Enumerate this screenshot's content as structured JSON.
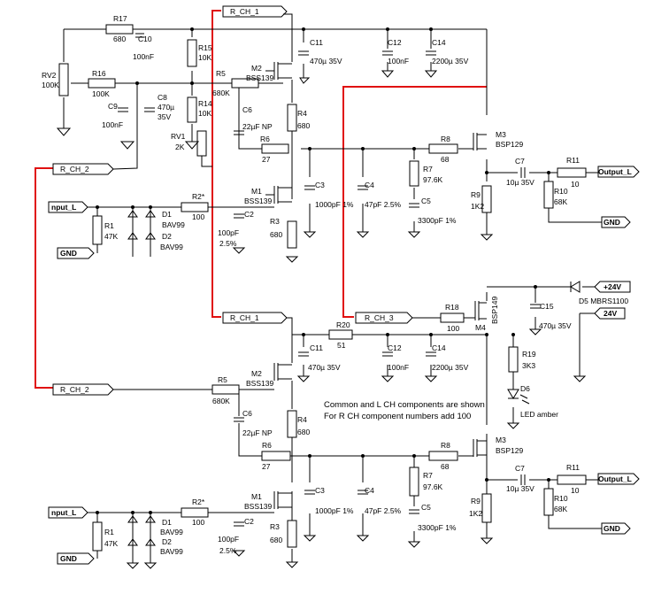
{
  "nets": {
    "r_ch_1": "R_CH_1",
    "r_ch_2": "R_CH_2",
    "r_ch_3": "R_CH_3",
    "input_l": "nput_L",
    "gnd": "GND",
    "output_l": "Output_L",
    "plus24v": "+24V",
    "v24": "24V"
  },
  "top": {
    "R17": [
      "R17",
      "680"
    ],
    "C10": [
      "C10",
      "100nF"
    ],
    "R15": [
      "R15",
      "10K"
    ],
    "C11": [
      "C11",
      "470µ 35V"
    ],
    "C12": [
      "C12",
      "100nF"
    ],
    "C14": [
      "C14",
      "2200µ 35V"
    ],
    "RV2": [
      "RV2",
      "100K"
    ],
    "R16": [
      "R16",
      "100K"
    ],
    "R5": [
      "R5",
      "680K"
    ],
    "M2": [
      "M2",
      "BSS139"
    ],
    "C9": [
      "C9",
      "100nF"
    ],
    "C8": [
      "C8",
      "470µ",
      "35V"
    ],
    "R14": [
      "R14",
      "10K"
    ],
    "C6": [
      "C6",
      "22µF NP"
    ],
    "R4": [
      "R4",
      "680"
    ],
    "RV1": [
      "RV1",
      "2K"
    ],
    "R6": [
      "R6",
      "27"
    ],
    "R8": [
      "R8",
      "68"
    ],
    "M3": [
      "M3",
      "BSP129"
    ],
    "C7": [
      "C7",
      "10µ 35V"
    ],
    "R11": [
      "R11",
      "10"
    ],
    "R7": [
      "R7",
      "97.6K"
    ],
    "R2": [
      "R2*",
      "100"
    ],
    "M1": [
      "M1",
      "BSS139"
    ],
    "C3": [
      "C3",
      "1000pF 1%"
    ],
    "C4": [
      "C4",
      "47pF 2.5%"
    ],
    "C5": [
      "C5",
      "3300pF 1%"
    ],
    "R9": [
      "R9",
      "1K2"
    ],
    "R10": [
      "R10",
      "68K"
    ],
    "R1": [
      "R1",
      "47K"
    ],
    "D1": [
      "D1",
      "BAV99"
    ],
    "D2": [
      "D2",
      "BAV99"
    ],
    "C2": [
      "C2",
      "100pF",
      "2.5%"
    ],
    "R3": [
      "R3",
      "680"
    ]
  },
  "bottom": {
    "M4": [
      "M4",
      "BSP149"
    ],
    "R18": [
      "R18",
      "100"
    ],
    "C15": [
      "C15",
      "470µ 35V"
    ],
    "D5": [
      "D5 MBRS1100"
    ],
    "R20": [
      "R20",
      "51"
    ],
    "C11": [
      "C11",
      "470µ 35V"
    ],
    "C12": [
      "C12",
      "100nF"
    ],
    "C14": [
      "C14",
      "2200µ 35V"
    ],
    "R19": [
      "R19",
      "3K3"
    ],
    "D6": [
      "D6",
      "LED amber"
    ],
    "R5": [
      "R5",
      "680K"
    ],
    "M2": [
      "M2",
      "BSS139"
    ],
    "C6": [
      "C6",
      "22µF NP"
    ],
    "R4": [
      "R4",
      "680"
    ],
    "R6": [
      "R6",
      "27"
    ],
    "R8": [
      "R8",
      "68"
    ],
    "M3": [
      "M3",
      "BSP129"
    ],
    "C7": [
      "C7",
      "10µ 35V"
    ],
    "R11": [
      "R11",
      "10"
    ],
    "R7": [
      "R7",
      "97.6K"
    ],
    "R2": [
      "R2*",
      "100"
    ],
    "M1": [
      "M1",
      "BSS139"
    ],
    "C3": [
      "C3",
      "1000pF 1%"
    ],
    "C4": [
      "C4",
      "47pF 2.5%"
    ],
    "C5": [
      "C5",
      "3300pF 1%"
    ],
    "R9": [
      "R9",
      "1K2"
    ],
    "R10": [
      "R10",
      "68K"
    ],
    "R1": [
      "R1",
      "47K"
    ],
    "D1": [
      "D1",
      "BAV99"
    ],
    "D2": [
      "D2",
      "BAV99"
    ],
    "C2": [
      "C2",
      "100pF",
      "2.5%"
    ],
    "R3": [
      "R3",
      "680"
    ]
  },
  "note": [
    "Common and L CH components are shown",
    "For R CH component numbers add 100"
  ],
  "colors": {
    "wire": "#000000",
    "highlight": "#e01010",
    "background": "#ffffff"
  }
}
